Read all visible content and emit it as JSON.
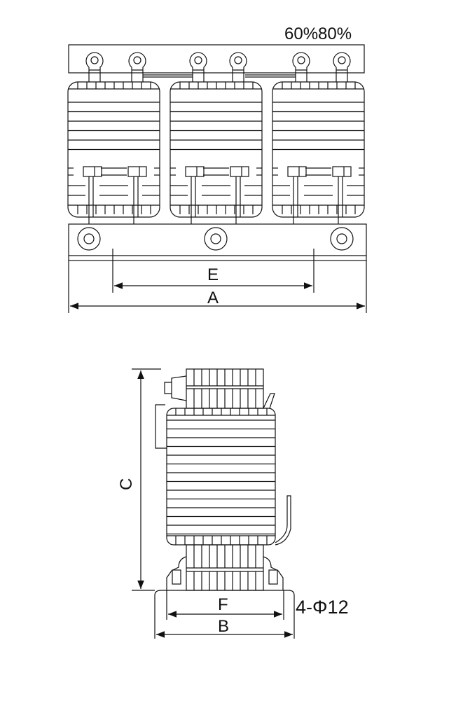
{
  "front_view": {
    "tap_label": "60%80%",
    "dimension_e": "E",
    "dimension_a": "A"
  },
  "side_view": {
    "dimension_c": "C",
    "dimension_f": "F",
    "dimension_b": "B",
    "mounting_holes": "4-Φ12"
  },
  "colors": {
    "line": "#111111",
    "background": "#ffffff"
  }
}
